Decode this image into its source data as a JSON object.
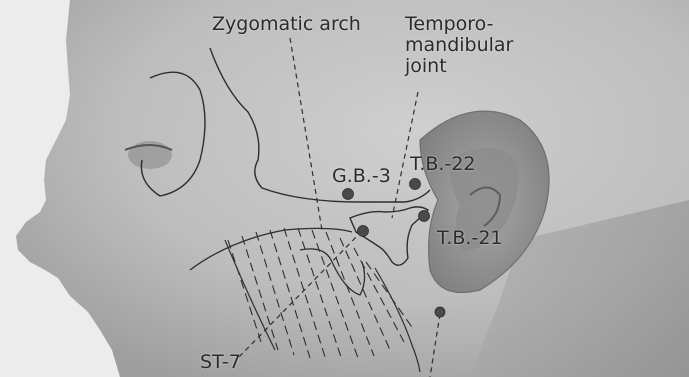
{
  "labels": {
    "zygomatic_arch": "Zygomatic arch",
    "tmj": [
      "Temporo-",
      "mandibular",
      "joint"
    ],
    "gb3": "G.B.-3",
    "tb22": "T.B.-22",
    "tb21": "T.B.-21",
    "st7": "ST-7"
  }
}
